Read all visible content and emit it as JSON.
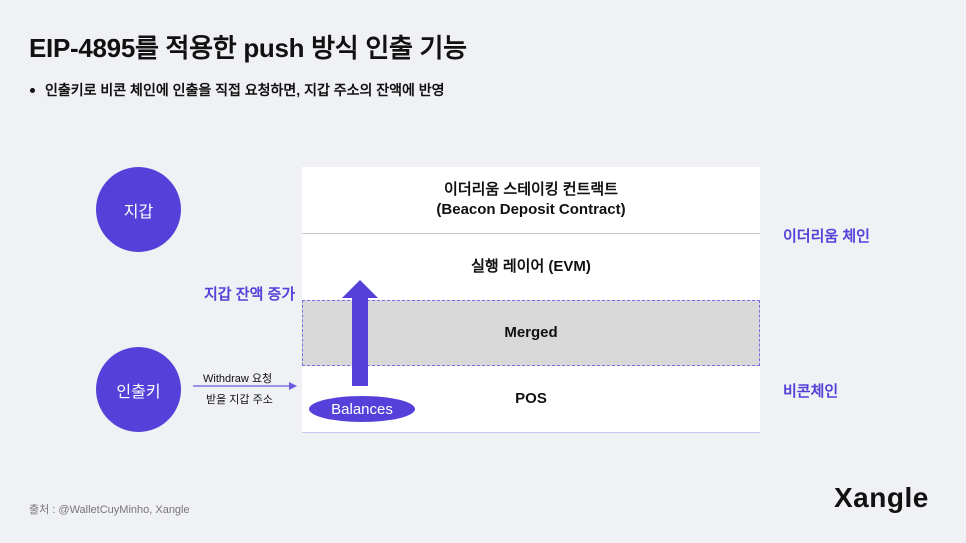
{
  "title": "EIP-4895를 적용한 push 방식 인출 기능",
  "bullet": "인출키로 비콘 체인에 인출을 직접 요청하면, 지갑 주소의 잔액에 반영",
  "nodes": {
    "wallet": "지갑",
    "withdrawal_key": "인출키"
  },
  "layers": {
    "deposit_line1": "이더리움 스테이킹 컨트랙트",
    "deposit_line2": "(Beacon Deposit Contract)",
    "evm": "실행 레이어 (EVM)",
    "merged": "Merged",
    "pos": "POS"
  },
  "side_labels": {
    "ethereum_chain": "이더리움 체인",
    "beacon_chain": "비콘체인",
    "balance_increase": "지갑 잔액 증가"
  },
  "request": {
    "line1": "Withdraw 요청",
    "line2": "받을 지갑 주소"
  },
  "balances": "Balances",
  "source": "출처 : @WalletCuyMinho, Xangle",
  "logo": "Xangle",
  "colors": {
    "accent": "#5540d9",
    "merged_layer": "#d9d9d9",
    "background": "#f0f1f4"
  }
}
